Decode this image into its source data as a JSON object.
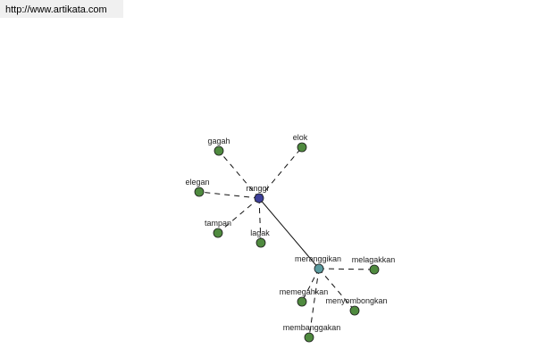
{
  "source_url": "http://www.artikata.com",
  "colors": {
    "leaf": "#4f8a3f",
    "root": "#3d3f99",
    "hub": "#5a9a9e",
    "edge": "#111111"
  },
  "nodes": [
    {
      "id": "ranggi",
      "label": "ranggi",
      "kind": "root"
    },
    {
      "id": "gagah",
      "label": "gagah",
      "kind": "leaf"
    },
    {
      "id": "elok",
      "label": "elok",
      "kind": "leaf"
    },
    {
      "id": "elegan",
      "label": "elegan",
      "kind": "leaf"
    },
    {
      "id": "tampan",
      "label": "tampan",
      "kind": "leaf"
    },
    {
      "id": "lagak",
      "label": "lagak",
      "kind": "leaf"
    },
    {
      "id": "meranggikan",
      "label": "meranggikan",
      "kind": "hub"
    },
    {
      "id": "melagakkan",
      "label": "melagakkan",
      "kind": "leaf"
    },
    {
      "id": "memegahkan",
      "label": "memegahkan",
      "kind": "leaf"
    },
    {
      "id": "menyombongkan",
      "label": "menyombongkan",
      "kind": "leaf"
    },
    {
      "id": "membanggakan",
      "label": "membanggakan",
      "kind": "leaf"
    }
  ],
  "edges": [
    {
      "from": "ranggi",
      "to": "gagah",
      "style": "dashed"
    },
    {
      "from": "ranggi",
      "to": "elok",
      "style": "dashed"
    },
    {
      "from": "ranggi",
      "to": "elegan",
      "style": "dashed"
    },
    {
      "from": "ranggi",
      "to": "tampan",
      "style": "dashed"
    },
    {
      "from": "ranggi",
      "to": "lagak",
      "style": "dashed"
    },
    {
      "from": "ranggi",
      "to": "meranggikan",
      "style": "solid"
    },
    {
      "from": "meranggikan",
      "to": "melagakkan",
      "style": "dashed"
    },
    {
      "from": "meranggikan",
      "to": "memegahkan",
      "style": "dashed"
    },
    {
      "from": "meranggikan",
      "to": "menyombongkan",
      "style": "dashed"
    },
    {
      "from": "meranggikan",
      "to": "membanggakan",
      "style": "dashed"
    }
  ]
}
